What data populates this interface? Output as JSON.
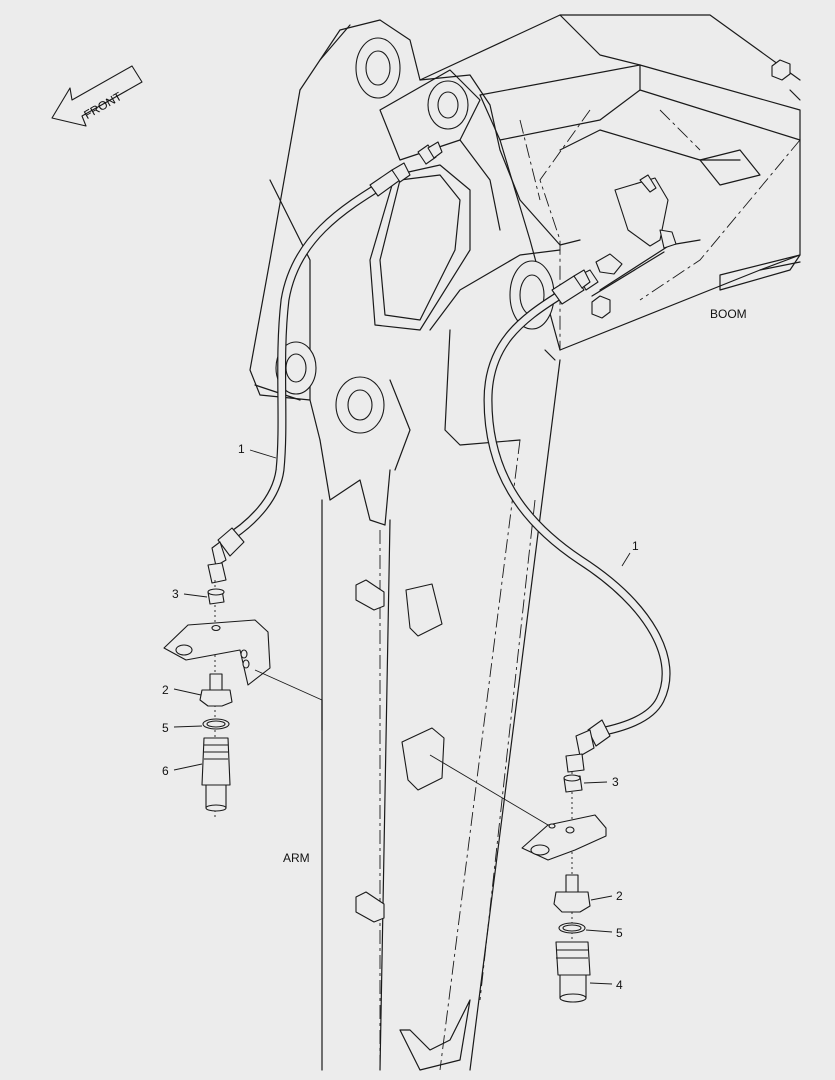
{
  "direction_label": "FRONT",
  "labels": {
    "boom": "BOOM",
    "arm": "ARM"
  },
  "callouts": {
    "hose_left": "1",
    "hose_right": "1",
    "nut_left": "3",
    "nut_right": "3",
    "adapter_left": "2",
    "adapter_right": "2",
    "oring_left": "5",
    "oring_right": "5",
    "plug_left": "6",
    "coupler_right": "4"
  }
}
